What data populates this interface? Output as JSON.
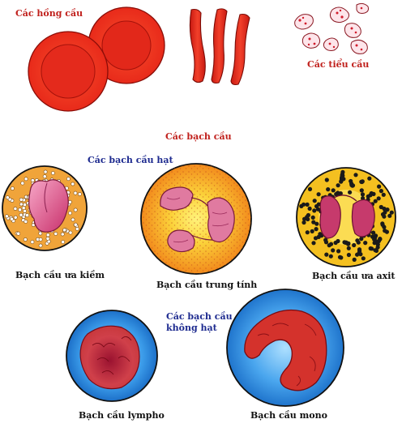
{
  "labels": {
    "erythrocytes": "Các hồng cầu",
    "platelets": "Các tiểu cầu",
    "leukocytes": "Các bạch cầu",
    "granulocytes": "Các bạch cầu hạt",
    "basophil": "Bạch cầu ưa kiềm",
    "neutrophil": "Bạch cầu trung tính",
    "eosinophil": "Bạch cầu ưa axit",
    "agranulocytes_line1": "Các bạch cầu",
    "agranulocytes_line2": "không hạt",
    "lymphocyte": "Bạch cầu lympho",
    "monocyte": "Bạch cầu mono"
  },
  "colors": {
    "rbc": "#e8261c",
    "rbc_dark": "#b0140f",
    "basophil_cytoplasm": "#f0a43a",
    "neutrophil_cytoplasm": "#f6a228",
    "eosinophil_cytoplasm": "#f4c020",
    "nucleus_pink": "#d6487a",
    "lymph_blue": "#2f8fe0",
    "lymph_nucleus": "#c0303a",
    "label_red": "#c0201c",
    "label_blue": "#1d2a8f"
  }
}
